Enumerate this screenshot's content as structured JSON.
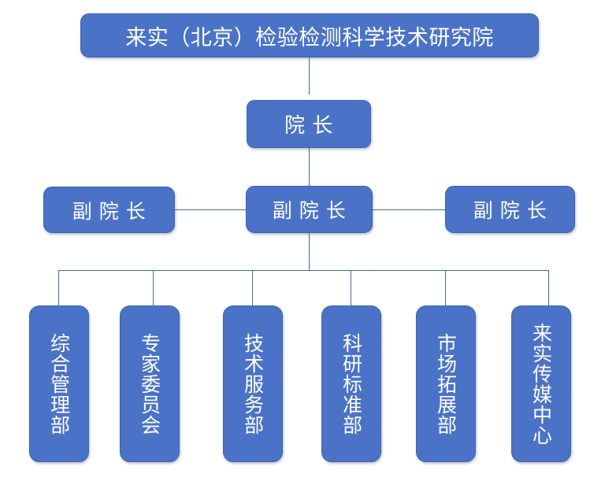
{
  "chart_data": {
    "type": "diagram",
    "title": "来实（北京）检验检测科学技术研究院 组织架构图",
    "diagram_kind": "organization-chart",
    "orientation": "top-down",
    "levels": 4,
    "colors": {
      "node_fill": "#4a73c8",
      "node_border": "#3c63b0",
      "node_text": "#ffffff",
      "connector": "#3b6d9c",
      "background": "#ffffff"
    },
    "nodes": [
      {
        "id": "root",
        "label": "来实（北京）检验检测科学技术研究院",
        "level": 1
      },
      {
        "id": "president",
        "label": "院 长",
        "level": 2
      },
      {
        "id": "vp_left",
        "label": "副 院 长",
        "level": 3
      },
      {
        "id": "vp_center",
        "label": "副 院 长",
        "level": 3
      },
      {
        "id": "vp_right",
        "label": "副 院 长",
        "level": 3
      },
      {
        "id": "dept1",
        "label": "综合管理部",
        "level": 4
      },
      {
        "id": "dept2",
        "label": "专家委员会",
        "level": 4
      },
      {
        "id": "dept3",
        "label": "技术服务部",
        "level": 4
      },
      {
        "id": "dept4",
        "label": "科研标准部",
        "level": 4
      },
      {
        "id": "dept5",
        "label": "市场拓展部",
        "level": 4
      },
      {
        "id": "dept6",
        "label": "来实传媒中心",
        "level": 4
      }
    ],
    "edges": [
      {
        "from": "root",
        "to": "president"
      },
      {
        "from": "president",
        "to": "vp_center"
      },
      {
        "from": "vp_center",
        "to": "vp_left"
      },
      {
        "from": "vp_center",
        "to": "vp_right"
      },
      {
        "from": "vp_center",
        "to": "dept1"
      },
      {
        "from": "vp_center",
        "to": "dept2"
      },
      {
        "from": "vp_center",
        "to": "dept3"
      },
      {
        "from": "vp_center",
        "to": "dept4"
      },
      {
        "from": "vp_center",
        "to": "dept5"
      },
      {
        "from": "vp_center",
        "to": "dept6"
      }
    ]
  },
  "chart": {
    "root": {
      "label": "来实（北京）检验检测科学技术研究院"
    },
    "president": {
      "label": "院 长"
    },
    "vice_presidents": [
      {
        "label": "副 院 长"
      },
      {
        "label": "副 院 长"
      },
      {
        "label": "副 院 长"
      }
    ],
    "departments": [
      {
        "label": "综合管理部"
      },
      {
        "label": "专家委员会"
      },
      {
        "label": "技术服务部"
      },
      {
        "label": "科研标准部"
      },
      {
        "label": "市场拓展部"
      },
      {
        "label": "来实传媒中心"
      }
    ]
  }
}
